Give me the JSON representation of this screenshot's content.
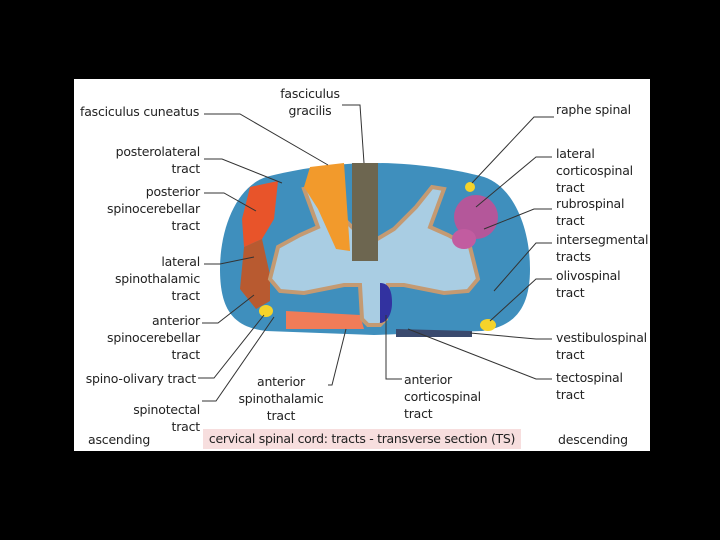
{
  "colors": {
    "background": "#000000",
    "panel": "#ffffff",
    "white_matter": "#3f8fbd",
    "grey_matter": "#a9cde3",
    "grey_matter_border": "#c49a72",
    "fasciculus_cuneatus": "#f29a2c",
    "fasciculus_gracilis": "#6d6650",
    "posterior_spinocerebellar": "#e8542a",
    "lateral_spinothalamic": "#b85a30",
    "anterior_spinothalamic": "#f07c58",
    "spino_olivary": "#f5d32a",
    "rubrospinal": "#b4579a",
    "lateral_corticospinal": "#c25ca0",
    "anterior_corticospinal": "#3232a0",
    "vestibulospinal": "#3a4a6e",
    "caption_background": "#f7dede"
  },
  "labels": {
    "fasciculus_cuneatus": "fasciculus cuneatus",
    "fasciculus_gracilis": "fasciculus\ngracilis",
    "raphe_spinal": "raphe spinal",
    "posterolateral_tract": "posterolateral\ntract",
    "lateral_corticospinal_tract": "lateral\ncorticospinal\ntract",
    "posterior_spinocerebellar_tract": "posterior\nspinocerebellar\ntract",
    "rubrospinal_tract": "rubrospinal\ntract",
    "intersegmental_tracts": "intersegmental\ntracts",
    "lateral_spinothalamic_tract": "lateral\nspinothalamic\ntract",
    "olivospinal_tract": "olivospinal\ntract",
    "anterior_spinocerebellar_tract": "anterior\nspinocerebellar\ntract",
    "vestibulospinal_tract": "vestibulospinal\ntract",
    "spino_olivary_tract": "spino-olivary tract",
    "tectospinal_tract": "tectospinal\ntract",
    "spinotectal_tract": "spinotectal\ntract",
    "anterior_spinothalamic_tract": "anterior\nspinothalamic\ntract",
    "anterior_corticospinal_tract": "anterior\ncorticospinal\ntract"
  },
  "footer": {
    "ascending": "ascending",
    "caption": "cervical  spinal cord: tracts - transverse section (TS)",
    "descending": "descending"
  }
}
